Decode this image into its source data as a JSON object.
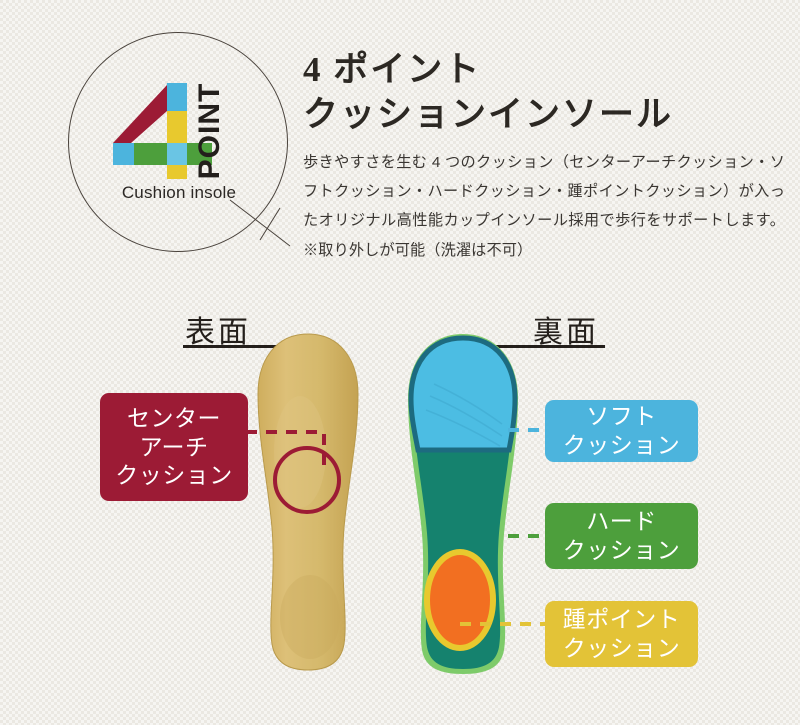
{
  "logo": {
    "numeral": "4",
    "wordmark": "POINT",
    "tagline": "Cushion insole",
    "colors": {
      "dark_red": "#9c1b35",
      "blue": "#4cb4dd",
      "yellow": "#e8c92e",
      "green": "#4d9f3c",
      "wordmark": "#231f1c",
      "ring": "#4a433d"
    }
  },
  "header": {
    "title": "4 ポイント\nクッションインソール",
    "body": "歩きやすさを生む 4 つのクッション（センターアーチクッション・ソフトクッション・ハードクッション・踵ポイントクッション）が入ったオリジナル高性能カップインソール採用で歩行をサポートします。※取り外しが可能（洗濯は不可）"
  },
  "sections": {
    "front_label": "表面",
    "back_label": "裏面"
  },
  "callouts": [
    {
      "id": "center-arch",
      "lines": [
        "センター",
        "アーチ",
        "クッション"
      ],
      "color": "#9c1b35",
      "side": "left",
      "target": "arch-circle"
    },
    {
      "id": "soft",
      "lines": [
        "ソフト",
        "クッション"
      ],
      "color": "#4cb4dd",
      "side": "right",
      "target": "forefoot-pad"
    },
    {
      "id": "hard",
      "lines": [
        "ハード",
        "クッション"
      ],
      "color": "#4d9f3c",
      "side": "right",
      "target": "midfoot-pad"
    },
    {
      "id": "heel",
      "lines": [
        "踵ポイント",
        "クッション"
      ],
      "color": "#e3c337",
      "side": "right",
      "target": "heel-pad"
    }
  ],
  "artwork": {
    "front_insole": {
      "name": "topside insole, tan suede",
      "colors": {
        "body": "#d9bb6e",
        "shade": "#c8a85c",
        "edge": "#bb9a4f"
      },
      "marker": {
        "type": "circle",
        "color": "#9c1b35"
      }
    },
    "back_insole": {
      "name": "underside insole, multi-zone cushioning",
      "colors": {
        "forefoot": "#4cbde3",
        "forefoot_outline": "#1d6b80",
        "body": "#15826e",
        "rim": "#7ecb6a",
        "heel_pad": "#f26f21",
        "heel_outline": "#e8c92e"
      }
    }
  },
  "background": {
    "color": "#f2f0ea"
  }
}
